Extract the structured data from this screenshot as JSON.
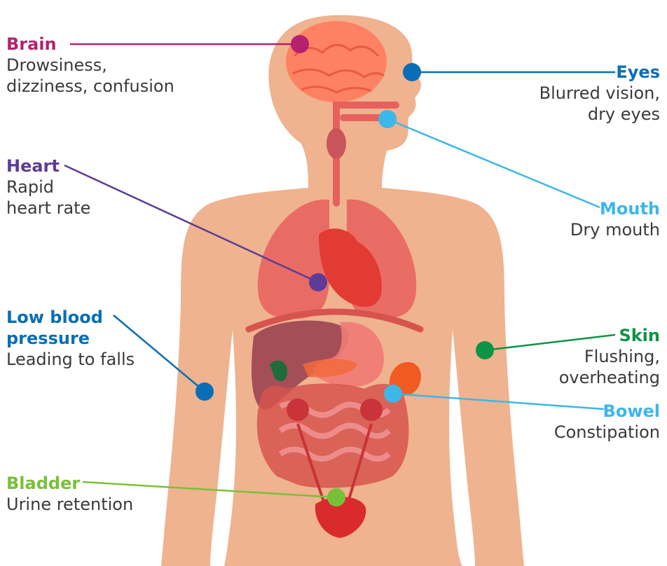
{
  "colors": {
    "body": "#efb38f",
    "brain": "#ff8163",
    "organs": "#e8605d",
    "heart": "#e23b33",
    "liver": "#a44f57",
    "stomach": "#ef7a74",
    "spleen": "#f15a22",
    "intestine": "#d6534e",
    "bladder": "#d92b2b",
    "text": "#3a3a3a"
  },
  "labels": {
    "brain": {
      "title": "Brain",
      "desc": "Drowsiness,\ndizziness, confusion",
      "color": "#b5216f"
    },
    "eyes": {
      "title": "Eyes",
      "desc": "Blurred vision,\ndry eyes",
      "color": "#0a6eb6"
    },
    "mouth": {
      "title": "Mouth",
      "desc": "Dry mouth",
      "color": "#3cb7e8"
    },
    "heart": {
      "title": "Heart",
      "desc": "Rapid\nheart rate",
      "color": "#5c3c97"
    },
    "low_bp": {
      "title": "Low blood\npressure",
      "desc": "Leading to falls",
      "color": "#0a6eb6"
    },
    "skin": {
      "title": "Skin",
      "desc": "Flushing,\noverheating",
      "color": "#0c9444"
    },
    "bowel": {
      "title": "Bowel",
      "desc": "Constipation",
      "color": "#3cb7e8"
    },
    "bladder": {
      "title": "Bladder",
      "desc": "Urine retention",
      "color": "#79c03a"
    }
  }
}
